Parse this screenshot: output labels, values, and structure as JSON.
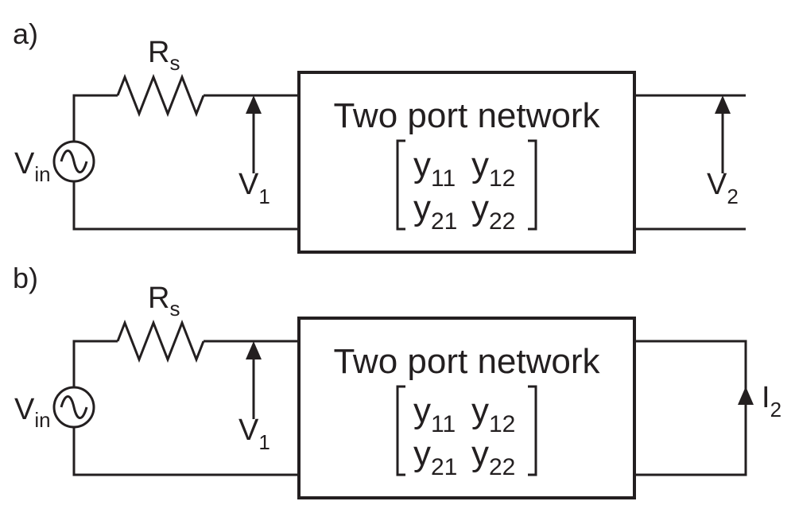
{
  "panel_a": {
    "label": "a)",
    "source": {
      "name": "V",
      "sub": "in"
    },
    "resistor": {
      "name": "R",
      "sub": "s"
    },
    "v1": {
      "name": "V",
      "sub": "1"
    },
    "network_title": "Two port network",
    "matrix": {
      "y11": {
        "base": "y",
        "sub": "11"
      },
      "y12": {
        "base": "y",
        "sub": "12"
      },
      "y21": {
        "base": "y",
        "sub": "21"
      },
      "y22": {
        "base": "y",
        "sub": "22"
      }
    },
    "output": {
      "name": "V",
      "sub": "2"
    }
  },
  "panel_b": {
    "label": "b)",
    "source": {
      "name": "V",
      "sub": "in"
    },
    "resistor": {
      "name": "R",
      "sub": "s"
    },
    "v1": {
      "name": "V",
      "sub": "1"
    },
    "network_title": "Two port network",
    "matrix": {
      "y11": {
        "base": "y",
        "sub": "11"
      },
      "y12": {
        "base": "y",
        "sub": "12"
      },
      "y21": {
        "base": "y",
        "sub": "21"
      },
      "y22": {
        "base": "y",
        "sub": "22"
      }
    },
    "output": {
      "name": "I",
      "sub": "2"
    }
  }
}
